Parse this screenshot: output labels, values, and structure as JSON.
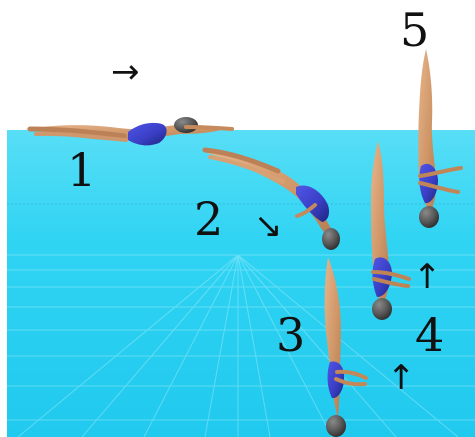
{
  "labels": {
    "step1": "1",
    "step2": "2",
    "step3": "3",
    "step4": "4",
    "step5": "5"
  },
  "arrows": {
    "right": "→",
    "down_right": "↘",
    "up_a": "↑",
    "up_b": "↑"
  },
  "colors": {
    "background": "#ffffff",
    "water": "#2fd2f3",
    "water_top": "#56dcf5",
    "water_line": "#a9f0ff",
    "skin": "#d6a174",
    "skin_dark": "#b47c52",
    "swimsuit": "#3a3fc6",
    "swimsuit_dark": "#202578",
    "hair": "#555555",
    "text": "#111111"
  }
}
